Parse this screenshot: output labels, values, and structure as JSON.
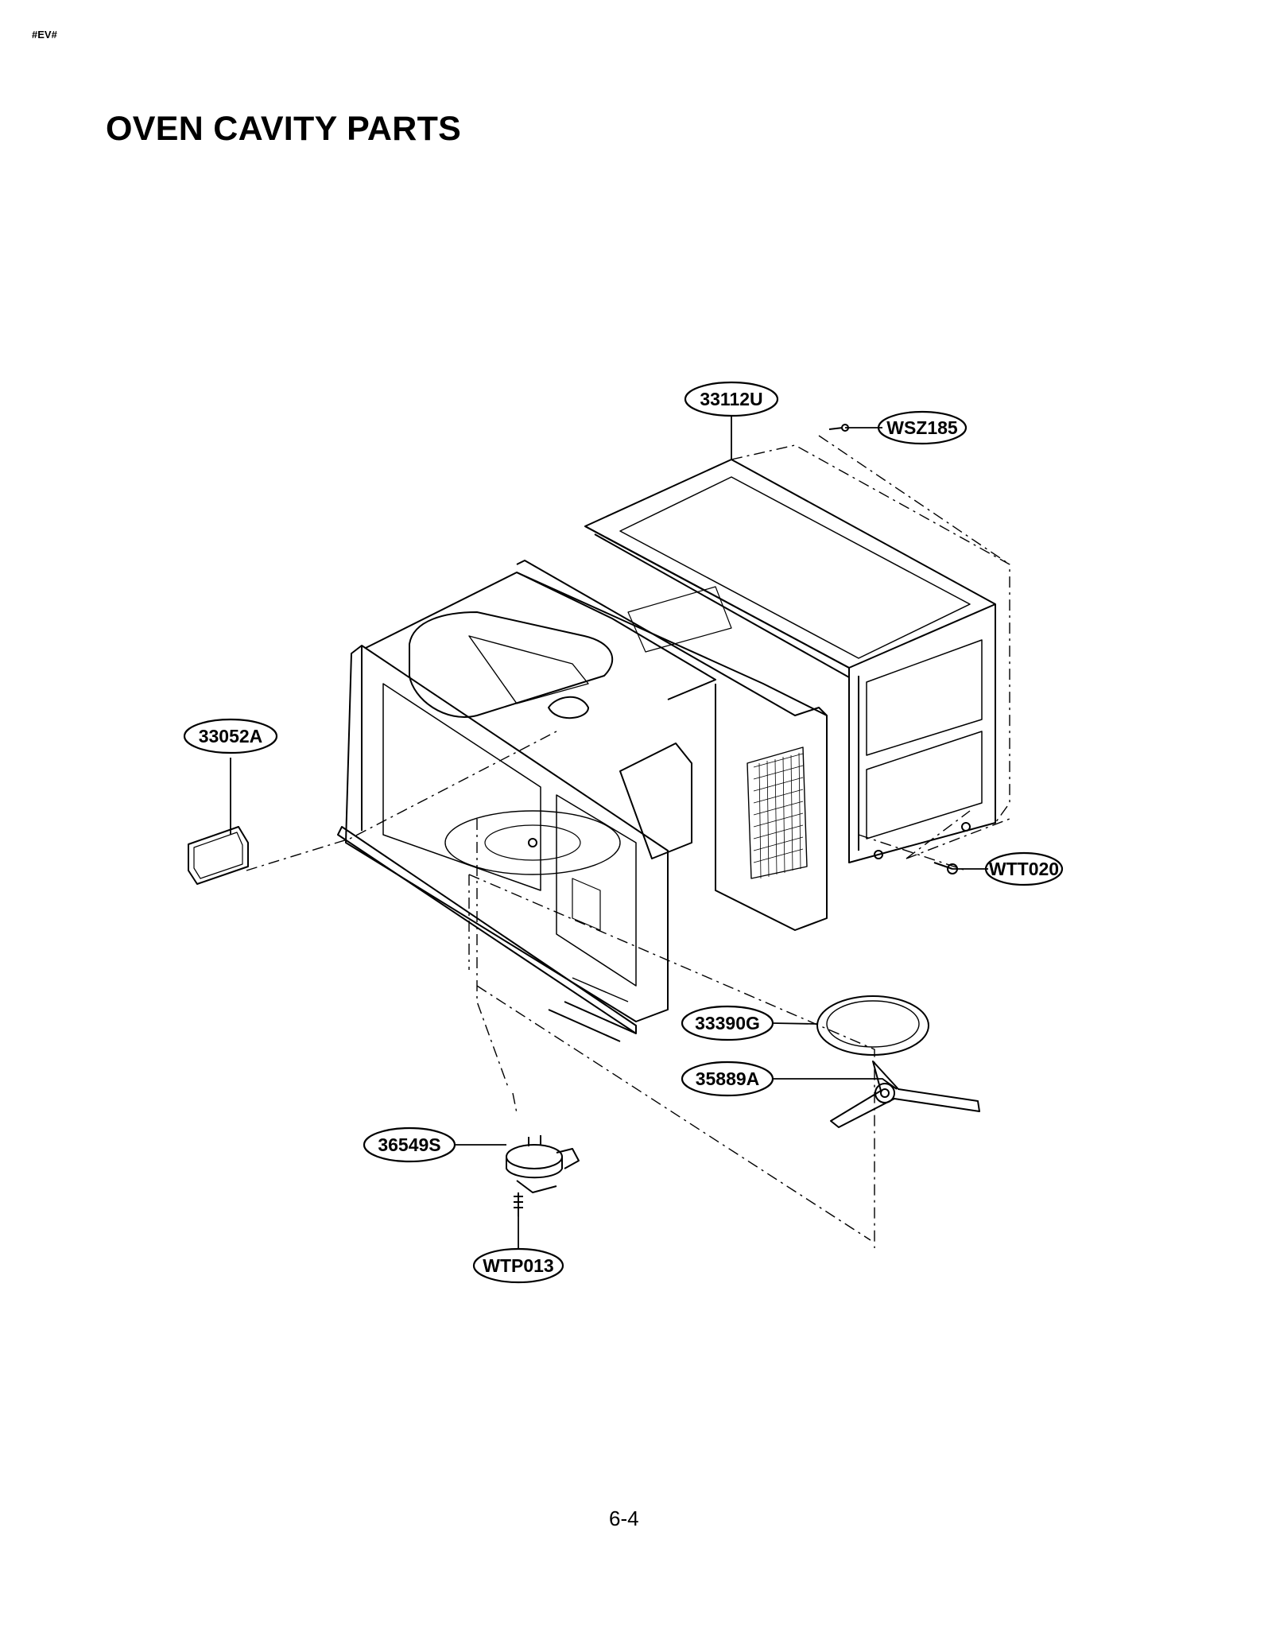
{
  "header": {
    "code": "#EV#",
    "title": "OVEN CAVITY PARTS"
  },
  "parts": [
    {
      "id": "part-33112U",
      "label": "33112U"
    },
    {
      "id": "part-WSZ185",
      "label": "WSZ185"
    },
    {
      "id": "part-33052A",
      "label": "33052A"
    },
    {
      "id": "part-WTT020",
      "label": "WTT020"
    },
    {
      "id": "part-33390G",
      "label": "33390G"
    },
    {
      "id": "part-35889A",
      "label": "35889A"
    },
    {
      "id": "part-36549S",
      "label": "36549S"
    },
    {
      "id": "part-WTP013",
      "label": "WTP013"
    }
  ],
  "footer": {
    "page": "6-4"
  }
}
